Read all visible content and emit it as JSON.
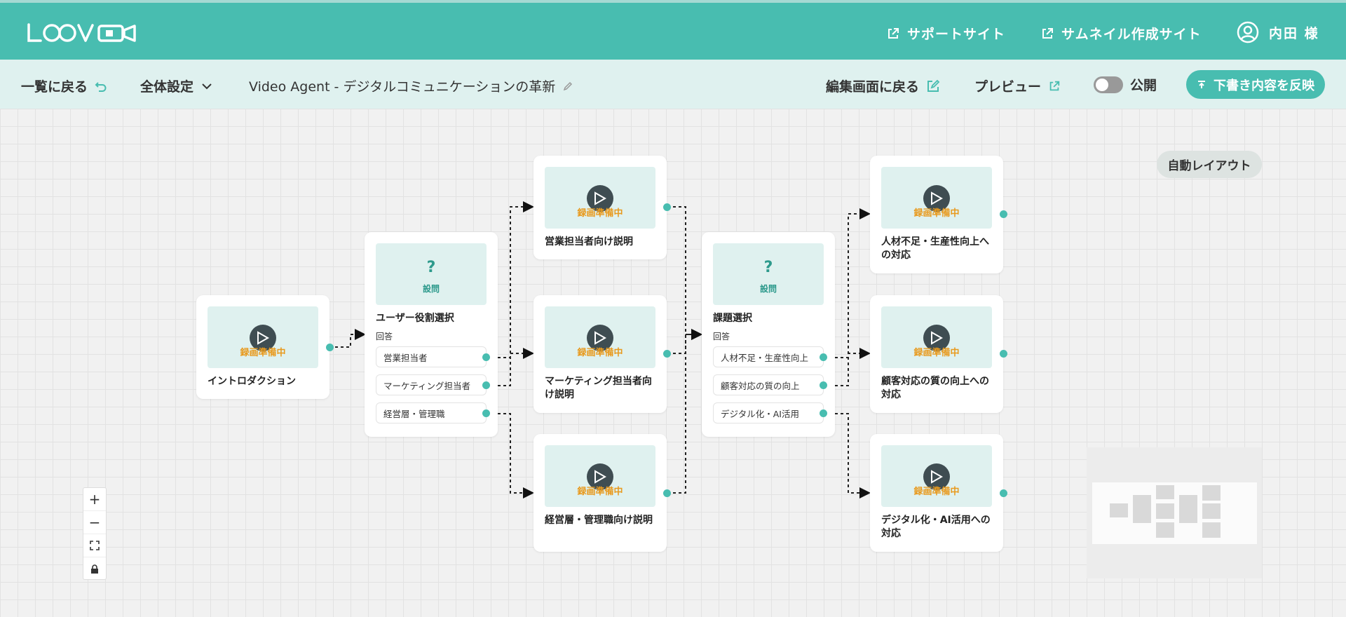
{
  "header": {
    "logo": "LOOV",
    "support_link": "サポートサイト",
    "thumbnail_link": "サムネイル作成サイト",
    "user_name": "内田 様"
  },
  "toolbar": {
    "back_to_list": "一覧に戻る",
    "global_settings": "全体設定",
    "project_title": "Video Agent - デジタルコミュニケーションの革新",
    "back_to_edit": "編集画面に戻る",
    "preview": "プレビュー",
    "public_label": "公開",
    "publish_draft": "下書き内容を反映"
  },
  "canvas": {
    "auto_layout": "自動レイアウト",
    "recording_status": "録画準備中",
    "question_mark": "?",
    "question_label": "設問",
    "answer_header": "回答",
    "nodes": {
      "intro": {
        "title": "イントロダクション"
      },
      "role_select": {
        "title": "ユーザー役割選択",
        "options": [
          "営業担当者",
          "マーケティング担当者",
          "経営層・管理職"
        ]
      },
      "sales": {
        "title": "営業担当者向け説明"
      },
      "marketing": {
        "title": "マーケティング担当者向け説明"
      },
      "management": {
        "title": "経営層・管理職向け説明"
      },
      "issue_select": {
        "title": "課題選択",
        "options": [
          "人材不足・生産性向上",
          "顧客対応の質の向上",
          "デジタル化・AI活用"
        ]
      },
      "talent": {
        "title": "人材不足・生産性向上への対応"
      },
      "customer": {
        "title": "顧客対応の質の向上への対応"
      },
      "digital": {
        "title": "デジタル化・AI活用への対応"
      }
    }
  },
  "zoom_controls": {
    "zoom_in": "+",
    "zoom_out": "−"
  },
  "colors": {
    "brand": "#48bdb0",
    "subbar": "#dff1ef",
    "recording": "#e89a1e",
    "question": "#2d9a8c"
  }
}
